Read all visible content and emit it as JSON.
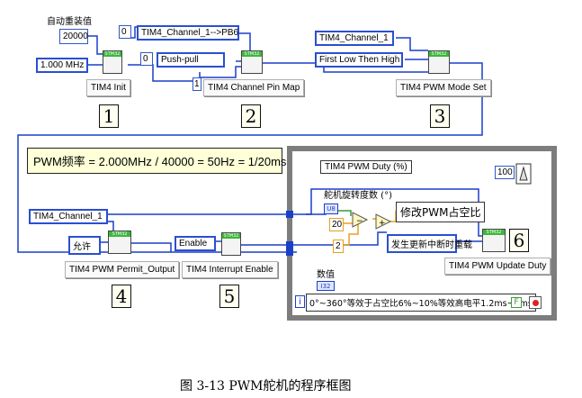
{
  "top": {
    "auto_reload_label": "自动重装值",
    "reload_value": "20000",
    "clock_value": "1.000 MHz",
    "channel_pin_value": "TIM4_Channel_1-->PB6",
    "small_const": "0",
    "output_type_const": "0",
    "output_type_value": "Push-pull",
    "pin_index": "1",
    "channel_value": "TIM4_Channel_1",
    "mode_value": "First Low Then High",
    "vi_labels": {
      "init": "TIM4 Init",
      "pin_map": "TIM4 Channel Pin Map",
      "mode_set": "TIM4 PWM Mode Set"
    },
    "step_numbers": [
      "1",
      "2",
      "3"
    ],
    "vi_header": "STM32"
  },
  "bottom": {
    "formula": "PWM频率 = 2.000MHz / 40000 = 50Hz = 1/20ms",
    "channel_value": "TIM4_Channel_1",
    "permit_value": "允许",
    "enable_value": "Enable",
    "vi_labels": {
      "permit_output": "TIM4 PWM Permit_Output",
      "interrupt_enable": "TIM4 Interrupt Enable",
      "update_duty": "TIM4 PWM Update Duty"
    },
    "step_numbers": [
      "4",
      "5",
      "6"
    ],
    "loop": {
      "duty_label": "TIM4 PWM Duty (%)",
      "angle_label": "舵机旋转度数 (°)",
      "u8_tag": "U8",
      "const_20": "20",
      "const_2": "2",
      "modify_label": "修改PWM占空比",
      "update_mode_value": "发生更新中断时重载",
      "indicator_value": "100",
      "value_label": "数值",
      "i32_tag": "I32",
      "info_text": "0°~360°等效于占空比6%~10%等效高电平1.2ms~2ms",
      "iteration_terminal": "i",
      "stop_terminal": "F"
    }
  },
  "caption": "图 3-13  PWM舵机的程序框图",
  "colors": {
    "wire_blue": "#1a3fc8",
    "wire_orange": "#e8a020",
    "wire_green": "#3c9b3c",
    "frame_gray": "#7d7d7d",
    "vi_header_green": "#3cb73c",
    "formula_bg": "#ffffd8"
  }
}
